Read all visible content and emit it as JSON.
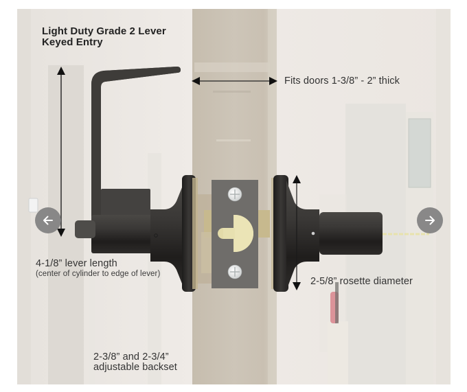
{
  "product_image": {
    "alt": "Light Duty Grade 2 Lever Keyed Entry dimensions diagram",
    "title_line1": "Light Duty Grade 2 Lever",
    "title_line2": "Keyed Entry",
    "door_thickness_label": "Fits doors 1-3/8” - 2” thick",
    "lever_length_label": "4-1/8” lever length",
    "lever_length_note": "(center of cylinder to edge of lever)",
    "rosette_label": "2-5/8” rosette diameter",
    "backset_line1": "2-3/8” and 2-3/4”",
    "backset_line2": "adjustable backset",
    "colors": {
      "finish": "#2a2826",
      "faceplate": "#6f6d6a",
      "latch": "#e9e2b4",
      "door": "#c9c0b2",
      "background": "#ece7e3"
    }
  },
  "navigation": {
    "prev_icon": "arrow-left-icon",
    "next_icon": "arrow-right-icon",
    "prev_label": "Previous image",
    "next_label": "Next image"
  }
}
